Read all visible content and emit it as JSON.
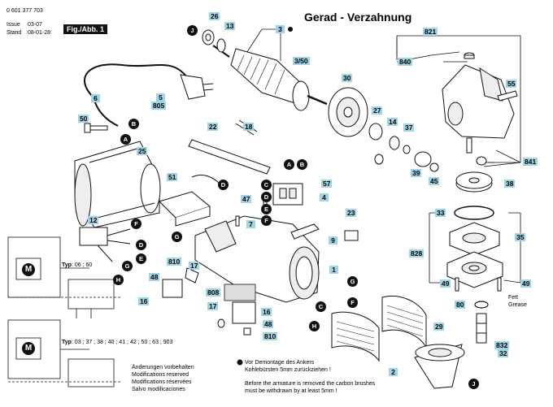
{
  "header": {
    "part_number": "0 601 377 703",
    "issue_label": "Issue",
    "issue_value": "03-07",
    "stand_label": "Stand",
    "stand_value": "08-01-28",
    "fig_label": "Fig./Abb. 1",
    "title": "Gerad - Verzahnung"
  },
  "callouts": {
    "c26": "26",
    "c13": "13",
    "c3": "3",
    "c3_50": "3/50",
    "c821": "821",
    "c840": "840",
    "c55": "55",
    "c30": "30",
    "c6": "6",
    "c5": "5",
    "c805": "805",
    "c50": "50",
    "c27": "27",
    "c14": "14",
    "c37": "37",
    "c22": "22",
    "c18": "18",
    "c25": "25",
    "c841": "841",
    "c39": "39",
    "c45": "45",
    "c38": "38",
    "c51": "51",
    "c57": "57",
    "c4": "4",
    "c47": "47",
    "c7": "7",
    "c12": "12",
    "c23": "23",
    "c33": "33",
    "c9": "9",
    "c35": "35",
    "c828": "828",
    "c810a": "810",
    "c17a": "17",
    "c1": "1",
    "c48a": "48",
    "c16a": "16",
    "c808": "808",
    "c49a": "49",
    "c49b": "49",
    "c80": "80",
    "c17b": "17",
    "c16b": "16",
    "c48b": "48",
    "c810b": "810",
    "c29": "29",
    "c2": "2",
    "c832": "832",
    "c32": "32"
  },
  "letters": {
    "J1": "J",
    "B1": "B",
    "A1": "A",
    "D1": "D",
    "A2": "A",
    "B2": "B",
    "C1": "C",
    "D2": "D",
    "E1": "E",
    "F1": "F",
    "F2": "F",
    "G1": "G",
    "D3": "D",
    "E2": "E",
    "G2": "G",
    "H1": "H",
    "G3": "G",
    "F3": "F",
    "C2": "C",
    "H2": "H",
    "J2": "J"
  },
  "labels": {
    "fett": "Fett",
    "grease": "Grease"
  },
  "wiring": {
    "motor_label": "M",
    "typ1_prefix": "Typ",
    "typ1_values": ": 06 ; 60",
    "typ2_prefix": "Typ",
    "typ2_values": ": 03 ; 37 ; 38 ; 40 ; 41 ; 42 ; 50 ; 63 ; 903",
    "changes": [
      "Änderungen vorbehalten",
      "Modifications reserved",
      "Modifications réservées",
      "Salvo modificaciones"
    ]
  },
  "notes": {
    "de_line1": "Vor Demontage des Ankers",
    "de_line2": "Kohlebürsten 5mm zurückziehen !",
    "en_line1": "Before the armature is removed the carbon brushes",
    "en_line2": "must be withdrawn by at least 5mm !"
  },
  "colors": {
    "callout_bg": "#9fd6e6",
    "ink": "#111111"
  }
}
